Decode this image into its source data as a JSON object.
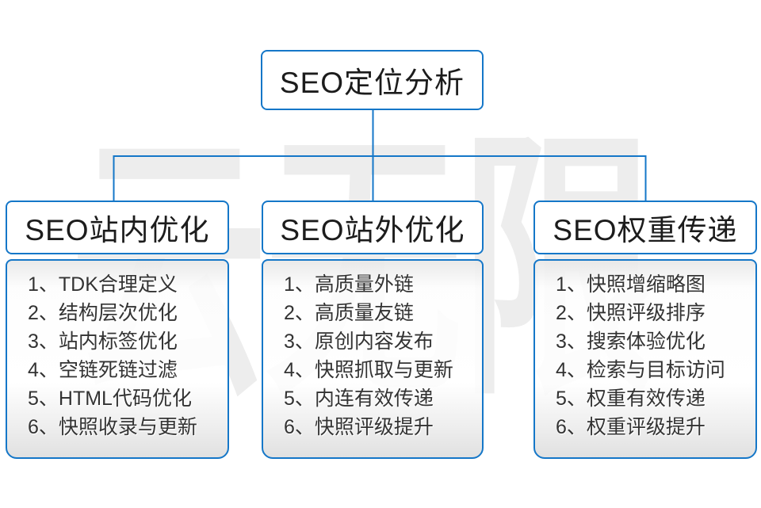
{
  "watermark_text": "云无限",
  "root_node": {
    "title": "SEO定位分析"
  },
  "columns": [
    {
      "title": "SEO站内优化",
      "items": [
        "1、TDK合理定义",
        "2、结构层次优化",
        "3、站内标签优化",
        "4、空链死链过滤",
        "5、HTML代码优化",
        "6、快照收录与更新"
      ]
    },
    {
      "title": "SEO站外优化",
      "items": [
        "1、高质量外链",
        "2、高质量友链",
        "3、原创内容发布",
        "4、快照抓取与更新",
        "5、内连有效传递",
        "6、快照评级提升"
      ]
    },
    {
      "title": "SEO权重传递",
      "items": [
        "1、快照增缩略图",
        "2、快照评级排序",
        "3、搜索体验优化",
        "4、检索与目标访问",
        "5、权重有效传递",
        "6、权重评级提升"
      ]
    }
  ],
  "colors": {
    "accent_blue": "#1577c8",
    "text_dark": "#1c1c1c",
    "list_text": "#333333",
    "watermark_gray": "#ededed"
  }
}
